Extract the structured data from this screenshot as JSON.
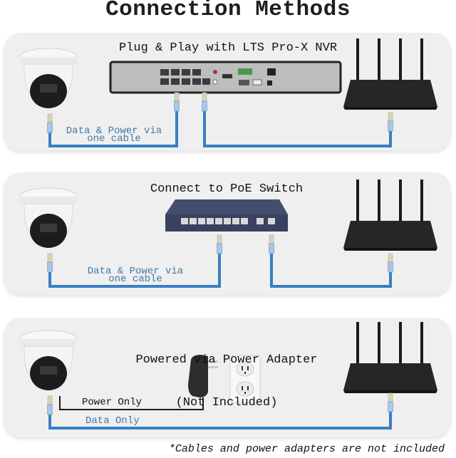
{
  "title": "Connection Methods",
  "methods": [
    {
      "heading": "Plug & Play with LTS Pro-X NVR",
      "cable_label_line1": "Data & Power via",
      "cable_label_line2": "one cable",
      "devices": [
        "camera",
        "nvr",
        "router"
      ]
    },
    {
      "heading": "Connect to PoE Switch",
      "cable_label_line1": "Data & Power via",
      "cable_label_line2": "one cable",
      "devices": [
        "camera",
        "poe-switch",
        "router"
      ]
    },
    {
      "heading_line1": "Powered via Power Adapter",
      "heading_line2": "(Not Included)",
      "power_label": "Power Only",
      "data_label": "Data Only",
      "devices": [
        "camera",
        "power-adapter",
        "wall-outlet",
        "router"
      ]
    }
  ],
  "footnote": "*Cables and power adapters are not included",
  "colors": {
    "cable_blue": "#3a7ec4",
    "label_blue": "#3f79a6",
    "panel_bg": "#efefef",
    "power_cable": "#1a1a1a"
  }
}
